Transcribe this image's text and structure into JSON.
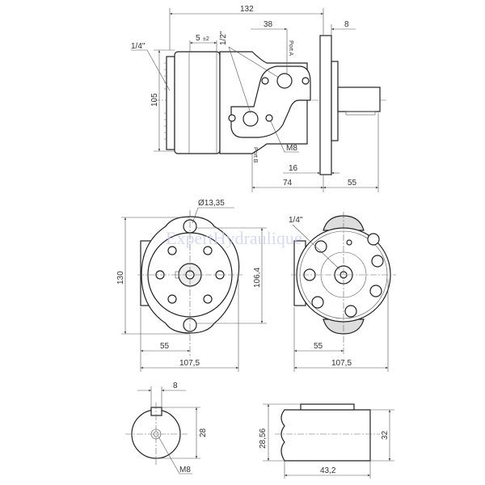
{
  "watermark": "ExpertHydraulique",
  "side_view": {
    "overall_length": "132",
    "port_a_offset": "38",
    "flange_to_shaft": "8",
    "drain_offset": "5",
    "drain_tol": "±2",
    "port_size": "1/2\"",
    "port_a": "Port A",
    "port_b": "Port B",
    "drain_port": "1/4\"",
    "body_height": "105",
    "mount_thread": "M8",
    "flange_thickness": "16",
    "body_length": "74",
    "shaft_length": "55"
  },
  "front_view": {
    "hole_diameter": "Ø13,35",
    "flange_height": "130",
    "hole_spacing": "106,4",
    "half_width": "55",
    "width": "107,5"
  },
  "rear_view": {
    "drain_port": "1/4\"",
    "half_width": "55",
    "width": "107,5"
  },
  "shaft_end_view": {
    "key_width": "8",
    "diameter": "28",
    "thread": "M8"
  },
  "shaft_side_view": {
    "key_height": "28,56",
    "shaft_diameter": "32",
    "key_length": "43,2"
  }
}
